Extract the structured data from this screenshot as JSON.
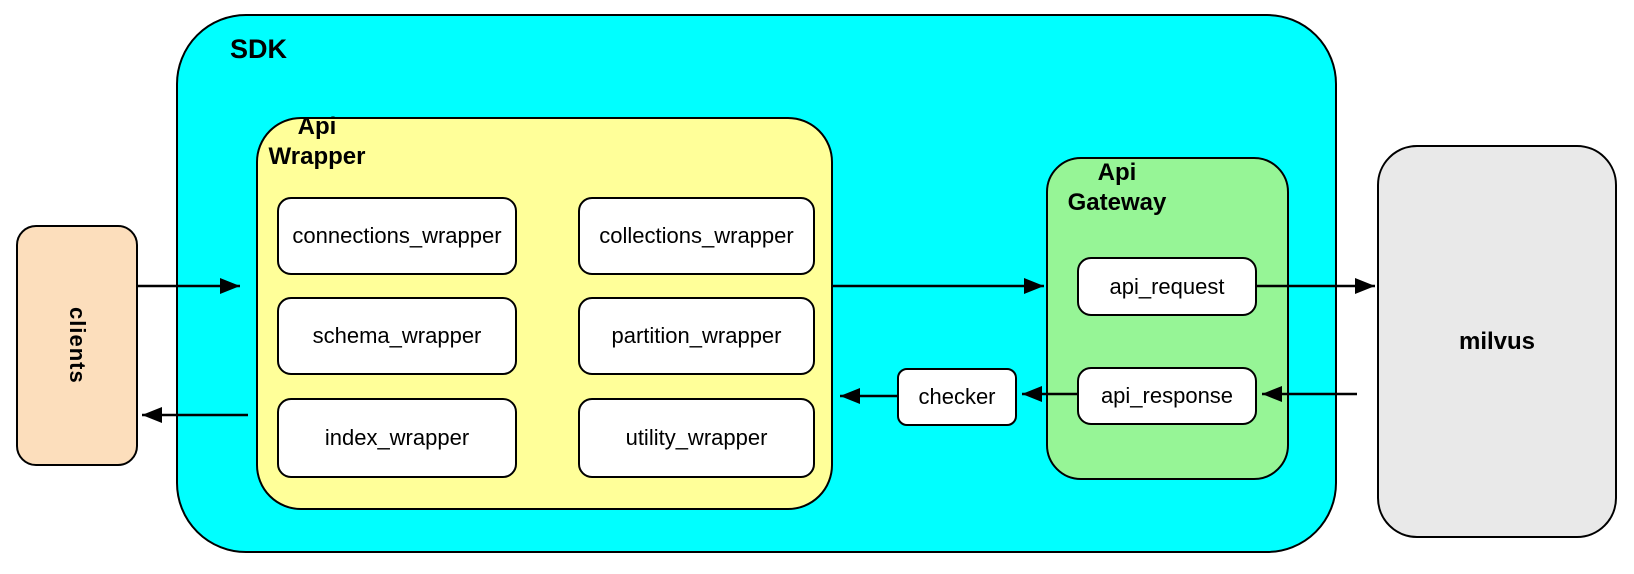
{
  "diagram": {
    "clients": {
      "label": "clients"
    },
    "sdk": {
      "label": "SDK"
    },
    "api_wrapper": {
      "label": "Api\nWrapper",
      "nodes": [
        "connections_wrapper",
        "collections_wrapper",
        "schema_wrapper",
        "partition_wrapper",
        "index_wrapper",
        "utility_wrapper"
      ]
    },
    "checker": {
      "label": "checker"
    },
    "api_gateway": {
      "label": "Api\nGateway",
      "nodes": [
        "api_request",
        "api_response"
      ]
    },
    "milvus": {
      "label": "milvus"
    },
    "edges": [
      {
        "from": "clients",
        "to": "sdk"
      },
      {
        "from": "sdk",
        "to": "clients"
      },
      {
        "from": "api_wrapper",
        "to": "api_gateway"
      },
      {
        "from": "api_request",
        "to": "milvus"
      },
      {
        "from": "milvus",
        "to": "api_response"
      },
      {
        "from": "api_response",
        "to": "checker"
      },
      {
        "from": "checker",
        "to": "api_wrapper"
      }
    ],
    "colors": {
      "sdk_fill": "#00ffff",
      "api_wrapper_fill": "#ffff99",
      "api_gateway_fill": "#96f596",
      "clients_fill": "#fcdebc",
      "milvus_fill": "#e9e9e9",
      "node_fill": "#ffffff",
      "stroke": "#000000"
    }
  }
}
